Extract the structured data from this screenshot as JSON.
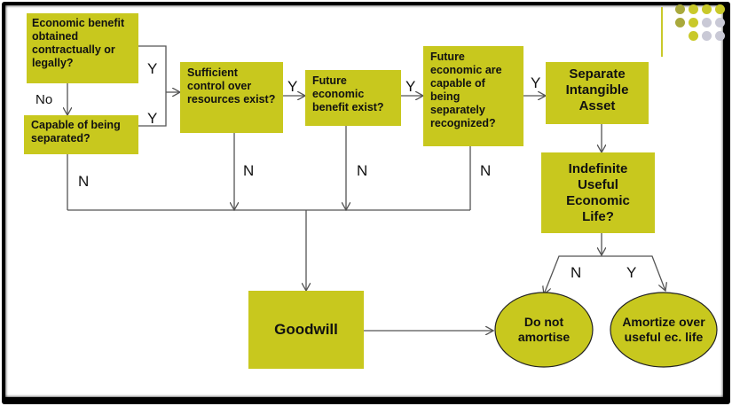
{
  "nodes": {
    "economic_benefit": "Economic benefit obtained contractually or legally?",
    "capable_separated": "Capable of being separated?",
    "sufficient_control": "Sufficient control over resources exist?",
    "future_benefit": "Future economic benefit exist?",
    "future_separately": "Future economic are capable of being separately recognized?",
    "separate_intangible": "Separate Intangible Asset",
    "indefinite_life": "Indefinite Useful Economic Life?",
    "goodwill": "Goodwill",
    "do_not_amortise": "Do not amortise",
    "amortize_over": "Amortize over useful ec. life"
  },
  "labels": {
    "no": "No",
    "y": "Y",
    "n": "N"
  },
  "colors": {
    "box_fill": "#c8c81e",
    "dot_olive": "#a9a93c",
    "dot_yellow": "#c9c92a",
    "dot_gray": "#c9c9d6",
    "line": "#555555",
    "frame": "#000000"
  }
}
